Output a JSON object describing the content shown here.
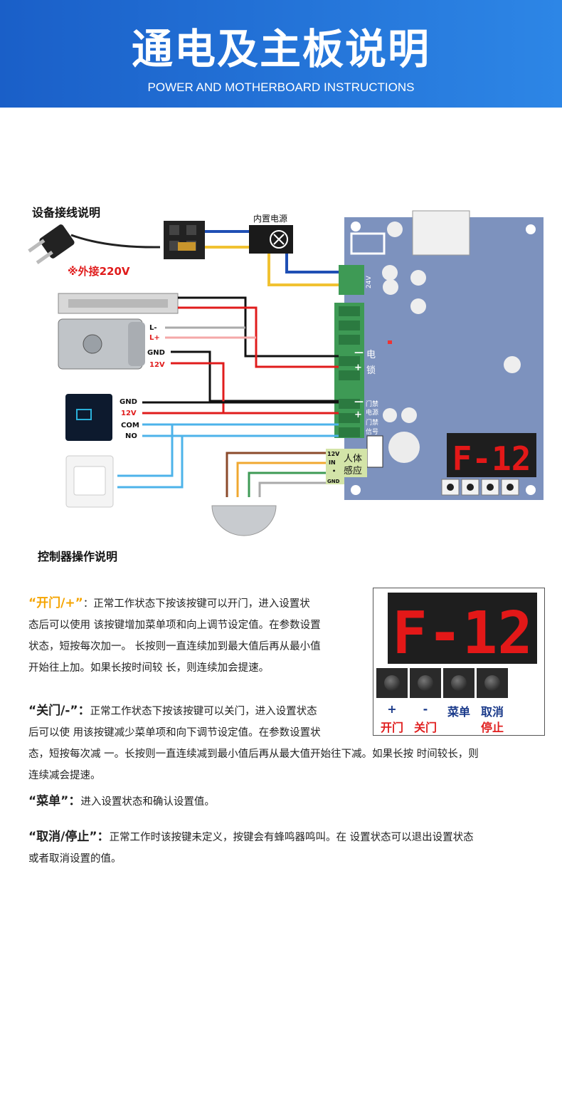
{
  "header": {
    "title": "通电及主板说明",
    "subtitle": "POWER AND MOTHERBOARD INSTRUCTIONS"
  },
  "wiring": {
    "title": "设备接线说明",
    "external_power": "※外接220V",
    "builtin_power": "内置电源",
    "lock_labels": [
      "L-",
      "L+",
      "GND",
      "12V"
    ],
    "reader_labels": [
      "GND",
      "12V",
      "COM",
      "NO"
    ],
    "board_24v": "24V",
    "board_lock": [
      "电",
      "锁"
    ],
    "board_access": [
      "门禁",
      "电源",
      "门禁",
      "信号"
    ],
    "sensor_terminal": [
      "12V",
      "IN",
      "•",
      "GND"
    ],
    "sensor_label": [
      "人体",
      "感应"
    ],
    "display_text": "F-12"
  },
  "controller": {
    "title": "控制器操作说明",
    "buttons": [
      {
        "top": "+",
        "bottom": "开门"
      },
      {
        "top": "-",
        "bottom": "关门"
      },
      {
        "top": "菜单",
        "bottom": ""
      },
      {
        "top": "取消",
        "bottom": "停止"
      }
    ],
    "sections": [
      {
        "key": "“开门/+”",
        "lines": [
          "：正常工作状态下按该按键可以开门，进入设置状",
          "态后可以使用 该按键增加菜单项和向上调节设定值。在参数设置",
          "状态，短按每次加一。 长按则一直连续加到最大值后再从最小值",
          "开始往上加。如果长按时间较 长，则连续加会提速。"
        ]
      },
      {
        "key": "“关门/-”：",
        "lines": [
          "正常工作状态下按该按键可以关门，进入设置状态",
          "后可以使 用该按键减少菜单项和向下调节设定值。在参数设置状",
          "态，短按每次减 一。长按则一直连续减到最小值后再从最大值开始往下减。如果长按 时间较长，则",
          "连续减会提速。"
        ]
      },
      {
        "key": "“菜单”：",
        "lines": [
          "进入设置状态和确认设置值。"
        ]
      },
      {
        "key": "“取消/停止”：",
        "lines": [
          "正常工作时该按键未定义，按键会有蜂鸣器鸣叫。在 设置状态可以退出设置状态",
          "或者取消设置的值。"
        ]
      }
    ]
  }
}
